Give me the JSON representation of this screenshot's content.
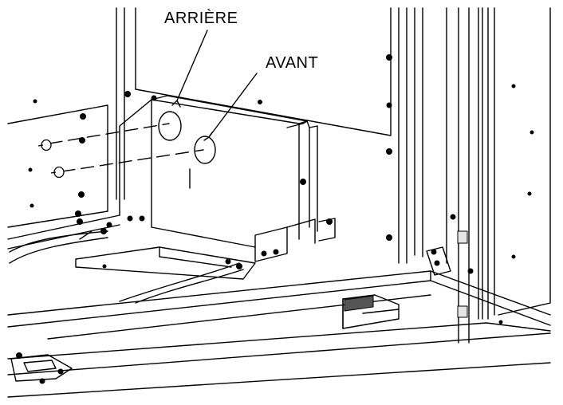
{
  "diagram": {
    "callouts": [
      {
        "id": "arriere",
        "label": "ARRIÈRE"
      },
      {
        "id": "avant",
        "label": "AVANT"
      }
    ],
    "colors": {
      "line": "#000000",
      "background": "#ffffff",
      "fill_dark": "#555555",
      "fill_light": "#e6e6e6"
    }
  }
}
